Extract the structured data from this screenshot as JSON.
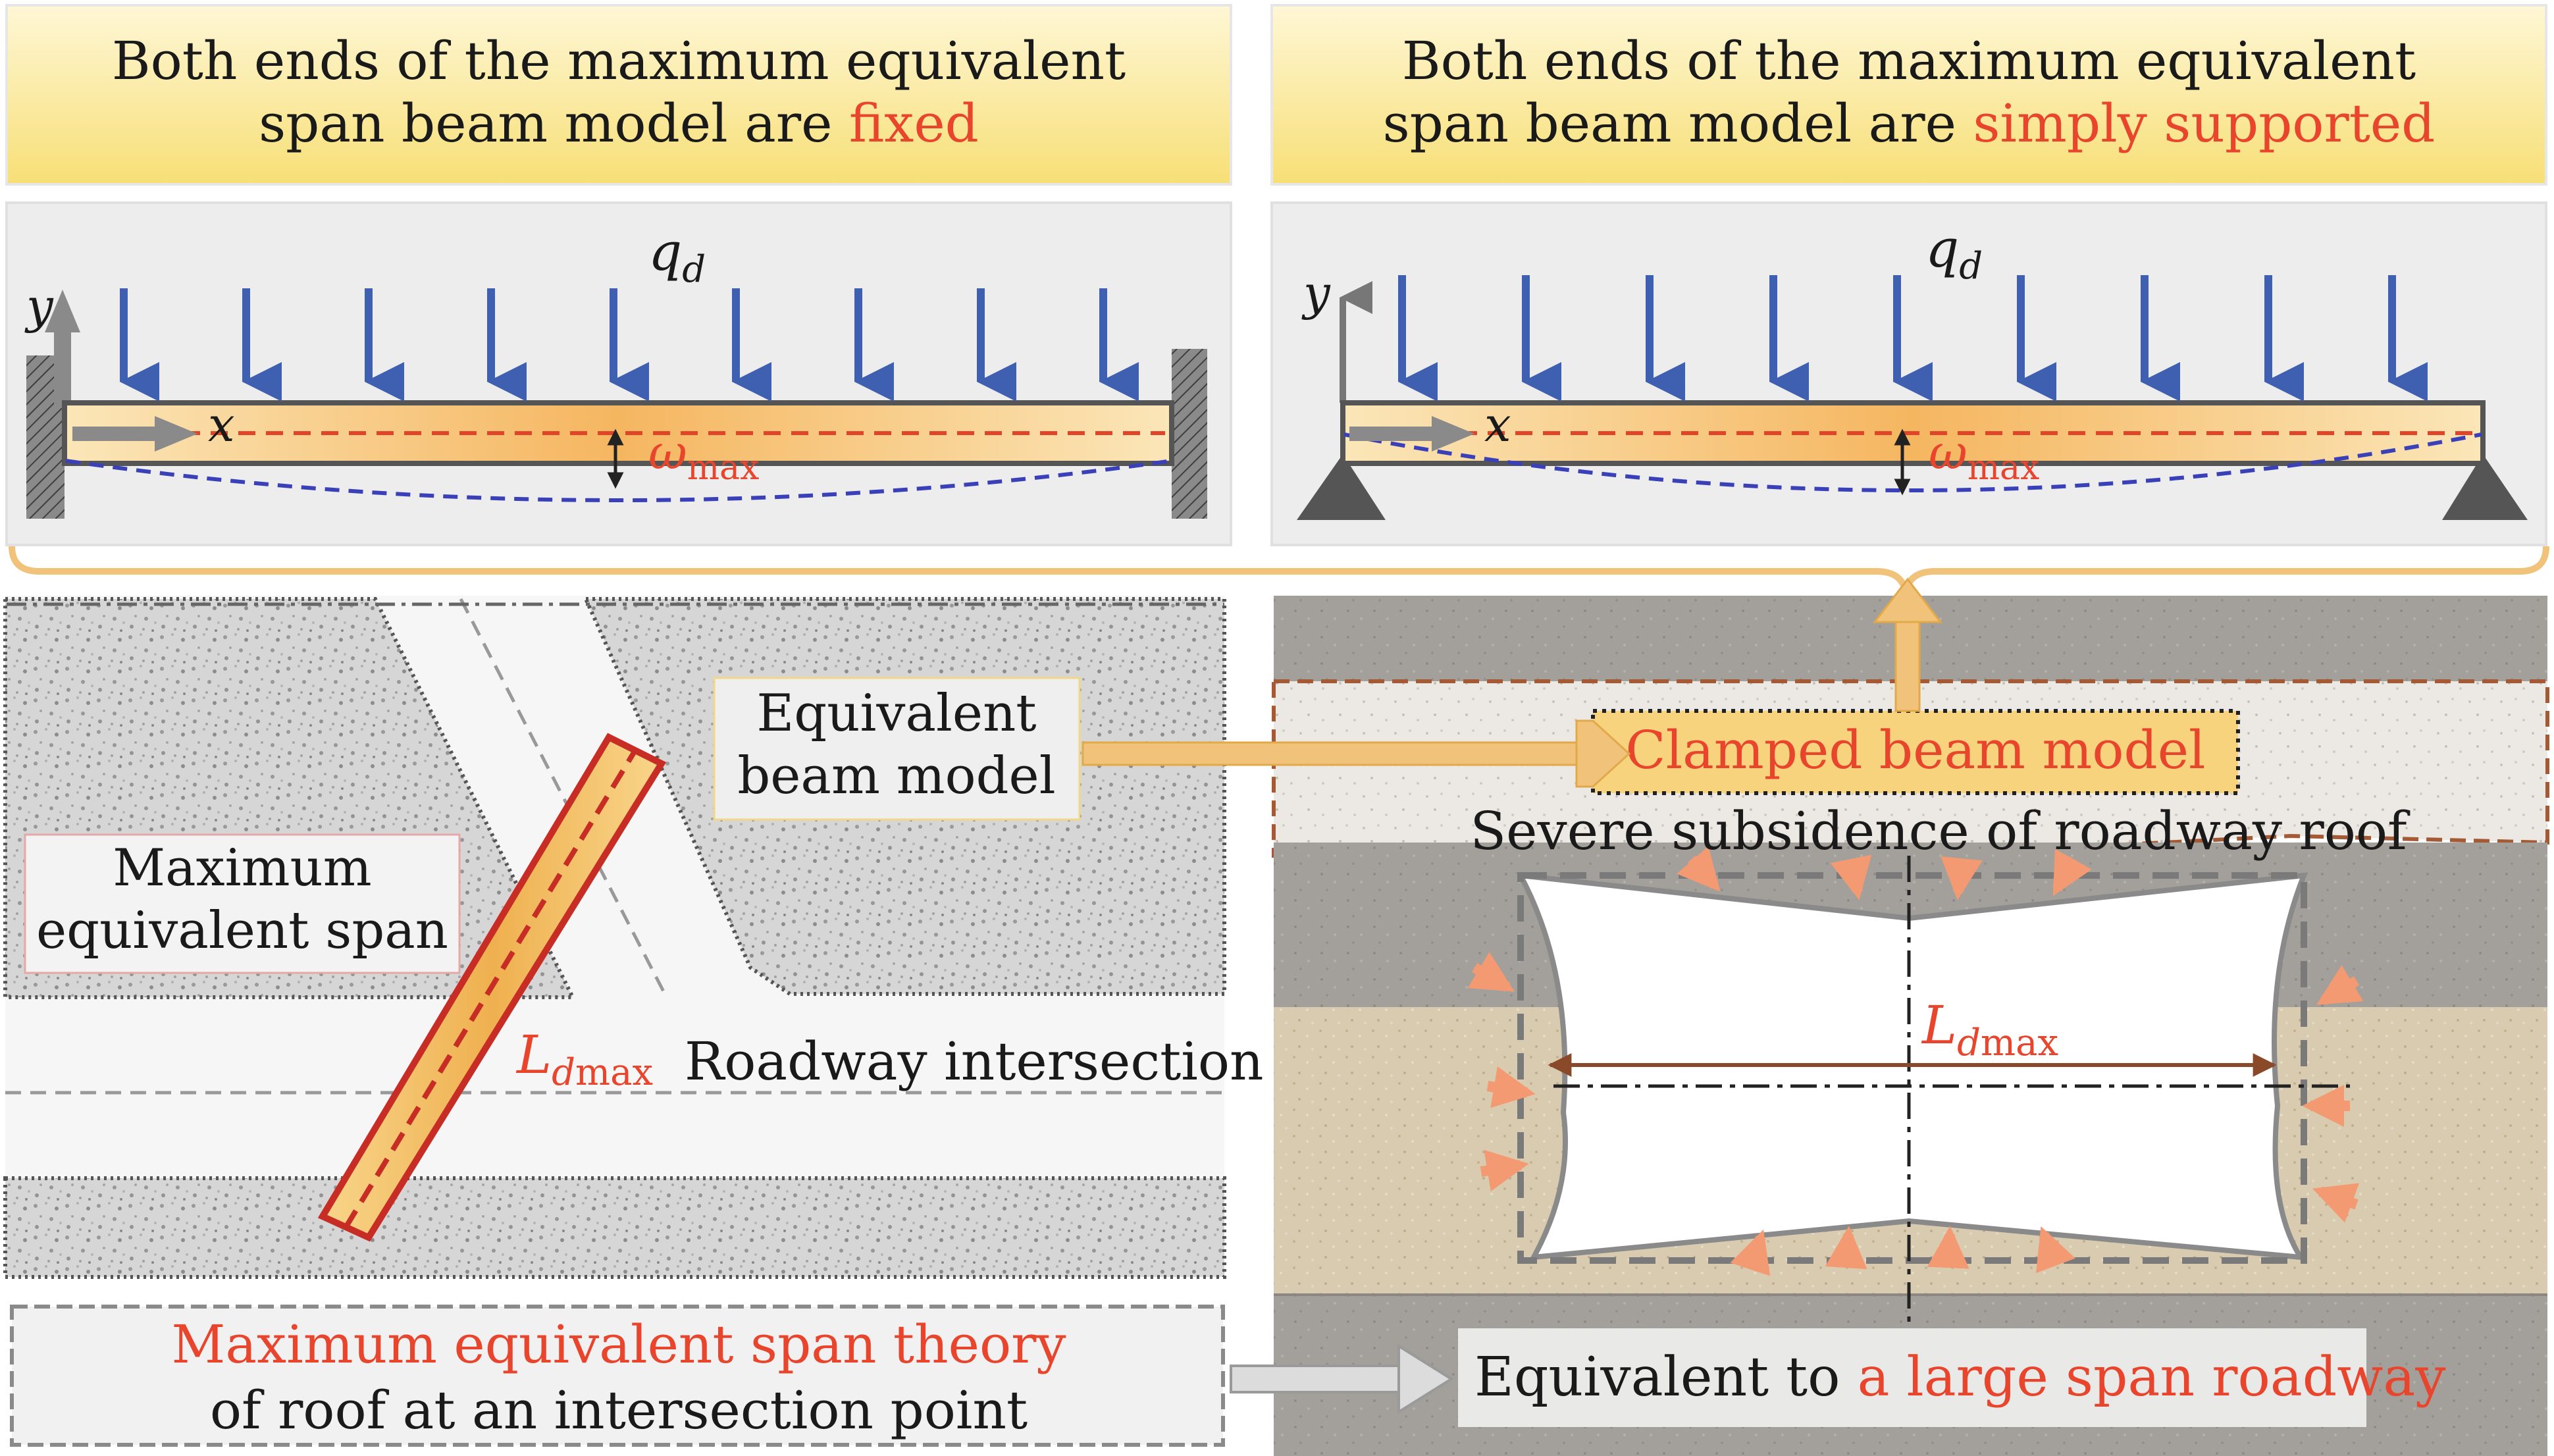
{
  "left_header": {
    "line1": "Both ends of the maximum equivalent",
    "line2_prefix": "span beam model are ",
    "line2_highlight": "fixed"
  },
  "right_header": {
    "line1": "Both ends of the maximum equivalent",
    "line2_prefix": "span beam model are ",
    "line2_highlight": "simply supported"
  },
  "beam_labels": {
    "load": "q",
    "load_sub": "d",
    "y_axis": "y",
    "x_axis": "x",
    "deflection": "ω",
    "deflection_sub": "max"
  },
  "plan_view": {
    "equivalent_beam_line1": "Equivalent",
    "equivalent_beam_line2": "beam model",
    "max_span_line1": "Maximum",
    "max_span_line2": "equivalent span",
    "span_symbol": "L",
    "span_sub_d": "d",
    "span_sub_max": "max",
    "intersection_label": "Roadway intersection"
  },
  "section_view": {
    "clamped_beam": "Clamped beam model",
    "subsidence": "Severe subsidence of roadway roof",
    "span_symbol": "L",
    "span_sub_d": "d",
    "span_sub_max": "max"
  },
  "bottom": {
    "theory_line1": "Maximum equivalent span theory",
    "theory_line2": "of roof at an intersection point",
    "equiv_prefix": "Equivalent to ",
    "equiv_highlight": "a large span roadway"
  },
  "colors": {
    "header_bg_top": "#fdf3c4",
    "header_bg_bottom": "#f8e079",
    "panel_bg": "#ececec",
    "load_arrow": "#3f5fb0",
    "beam_fill": "#f7c77a",
    "highlight_red": "#e8452c",
    "deflection_dash": "#3a40b8",
    "arrow_orange": "#f1c27a",
    "pressure_arrow": "#f39a72",
    "rock_gray": "#a3a09c",
    "sand_layer": "#d8c9ab"
  }
}
